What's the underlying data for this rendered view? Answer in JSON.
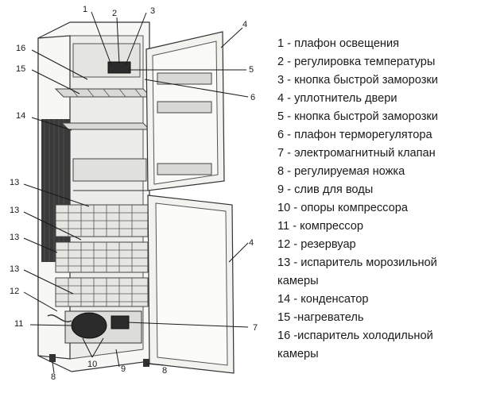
{
  "callouts": [
    "1",
    "2",
    "3",
    "4",
    "5",
    "6",
    "16",
    "15",
    "14",
    "13",
    "13",
    "13",
    "13",
    "12",
    "11",
    "7",
    "4",
    "8",
    "10",
    "9",
    "8"
  ],
  "legend": [
    "1 - плафон освещения",
    "2 - регулировка температуры",
    "3 - кнопка быстрой заморозки",
    "4 - уплотнитель двери",
    "5 - кнопка быстрой заморозки",
    "6 - плафон терморегулятора",
    "7 - электромагнитный  клапан",
    "8 - регулируемая ножка",
    "9 - слив для воды",
    "10 - опоры компрессора",
    "11 - компрессор",
    "12 - резервуар",
    "13 - испаритель морозильной камеры",
    "14 - конденсатор",
    "15 -нагреватель",
    "16 -испаритель холодильной камеры"
  ]
}
